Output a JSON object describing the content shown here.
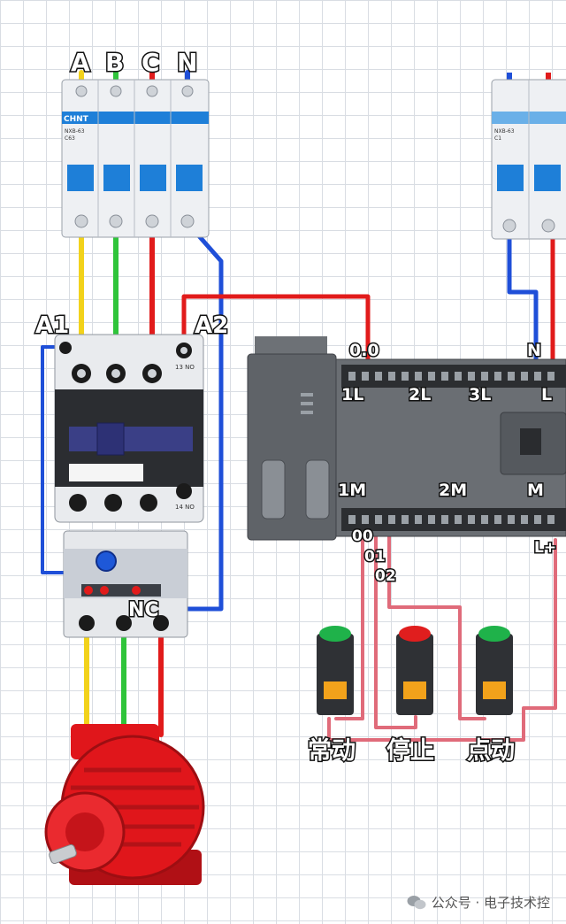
{
  "breakers": {
    "main": {
      "brand": "CHNT",
      "model": "NXB-63",
      "rating": "C63"
    },
    "phase_labels": [
      "A",
      "B",
      "C",
      "N"
    ],
    "right": {
      "model": "NXB-63",
      "rating": "C1"
    }
  },
  "contactor": {
    "coil_labels": [
      "A1",
      "A2"
    ],
    "overload_label": "NC",
    "aux_contact": "13 NO",
    "aux_contact_bottom": "14 NO"
  },
  "plc": {
    "top_labels": [
      "0.0",
      "1L",
      "2L",
      "3L",
      "N",
      "L"
    ],
    "bottom_labels": [
      "1M",
      "2M",
      "M",
      "L+"
    ],
    "inputs": [
      "00",
      "01",
      "02"
    ]
  },
  "buttons": [
    {
      "label": "常动",
      "color": "#1fb24a"
    },
    {
      "label": "停止",
      "color": "#e01e1e"
    },
    {
      "label": "点动",
      "color": "#1fb24a"
    }
  ],
  "watermark": {
    "text": "公众号 · 电子技术控"
  },
  "colors": {
    "phase_a": "#f2d21b",
    "phase_b": "#2fc43a",
    "phase_c": "#e11b1b",
    "neutral": "#1f4fd8",
    "plc_body": "#5f6368",
    "motor": "#e0161b"
  }
}
